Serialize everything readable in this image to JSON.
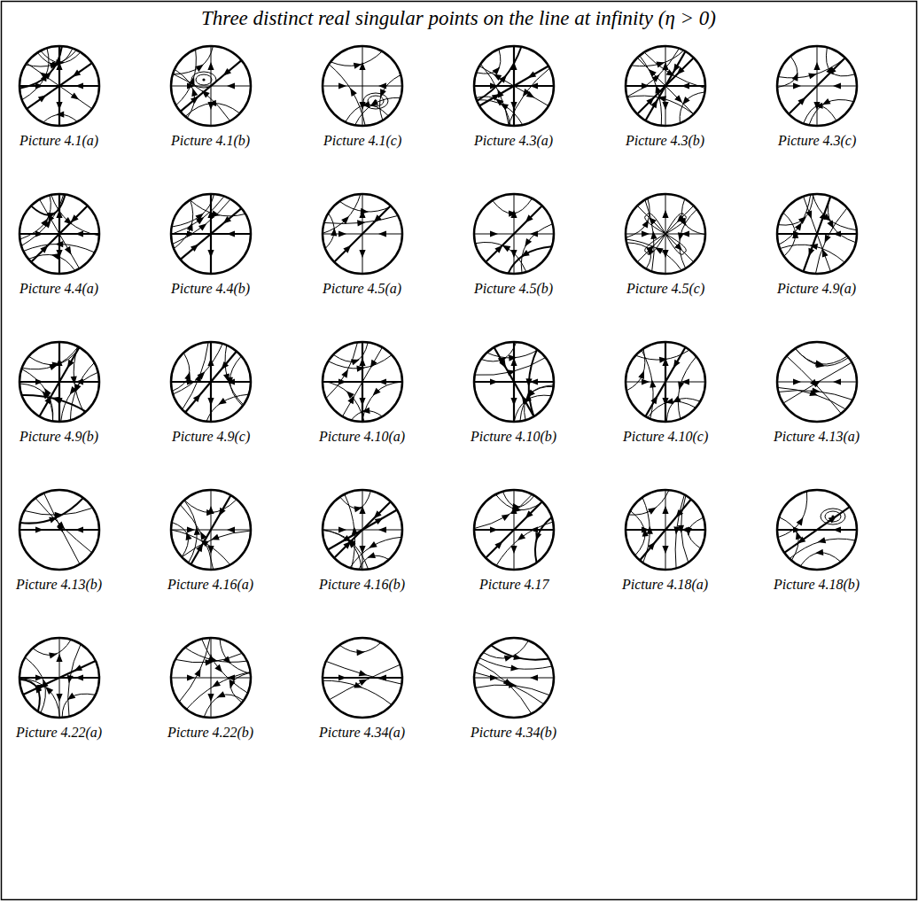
{
  "diagram": {
    "title": "Three distinct real singular points on the line at infinity (η > 0)",
    "labels": [
      "Picture 4.1(a)",
      "Picture 4.1(b)",
      "Picture 4.1(c)",
      "Picture 4.3(a)",
      "Picture 4.3(b)",
      "Picture 4.3(c)",
      "Picture 4.4(a)",
      "Picture 4.4(b)",
      "Picture 4.5(a)",
      "Picture 4.5(b)",
      "Picture 4.5(c)",
      "Picture 4.9(a)",
      "Picture 4.9(b)",
      "Picture 4.9(c)",
      "Picture 4.10(a)",
      "Picture 4.10(b)",
      "Picture 4.10(c)",
      "Picture 4.13(a)",
      "Picture 4.13(b)",
      "Picture 4.16(a)",
      "Picture 4.16(b)",
      "Picture 4.17",
      "Picture 4.18(a)",
      "Picture 4.18(b)",
      "Picture 4.22(a)",
      "Picture 4.22(b)",
      "Picture 4.34(a)",
      "Picture 4.34(b)"
    ]
  }
}
